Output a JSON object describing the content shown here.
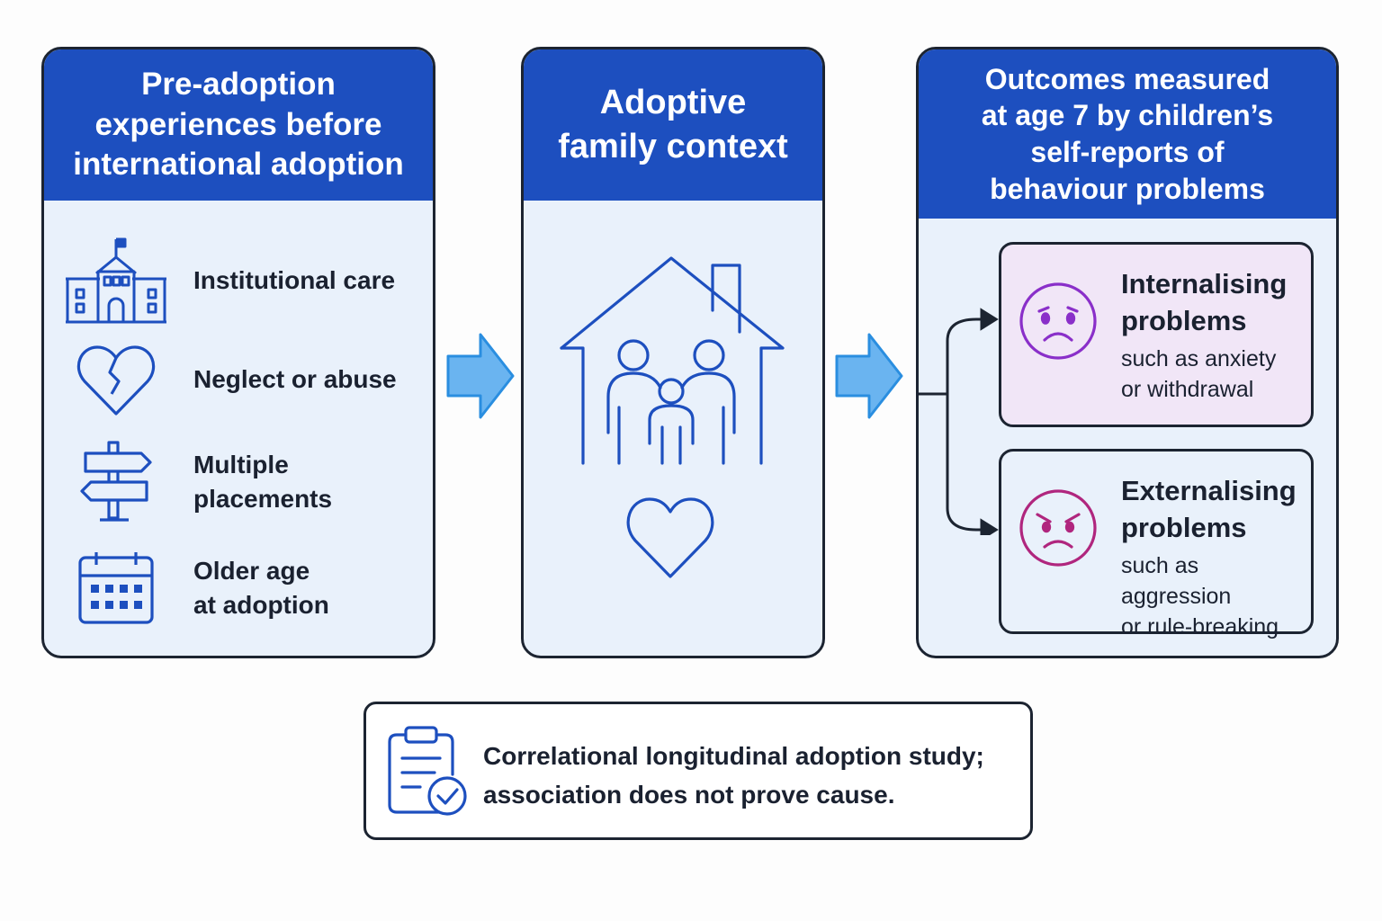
{
  "colors": {
    "header_blue": "#1d4fbf",
    "panel_fill": "#e9f1fb",
    "arrow_fill": "#6ab4f0",
    "internalising_fill": "#f1e6f7",
    "internalising_icon": "#8a2fc9",
    "externalising_icon": "#b0267e"
  },
  "pre_adoption": {
    "title_lines": [
      "Pre-adoption",
      "experiences before",
      "international adoption"
    ],
    "factors": [
      {
        "icon": "building-icon",
        "label_lines": [
          "Institutional care"
        ]
      },
      {
        "icon": "broken-heart-icon",
        "label_lines": [
          "Neglect or abuse"
        ]
      },
      {
        "icon": "signpost-icon",
        "label_lines": [
          "Multiple placements"
        ]
      },
      {
        "icon": "calendar-icon",
        "label_lines": [
          "Older age",
          "at adoption"
        ]
      }
    ]
  },
  "family_context": {
    "title_lines": [
      "Adoptive",
      "family context"
    ],
    "icons": [
      "house-family-icon",
      "heart-icon"
    ]
  },
  "outcomes": {
    "title_lines": [
      "Outcomes measured",
      "at age 7 by children’s",
      "self-reports of",
      "behaviour problems"
    ],
    "internalising": {
      "icon": "sad-face-icon",
      "title_lines": [
        "Internalising",
        "problems"
      ],
      "desc_lines": [
        "such as anxiety",
        "or withdrawal"
      ]
    },
    "externalising": {
      "icon": "angry-face-icon",
      "title_lines": [
        "Externalising",
        "problems"
      ],
      "desc_lines": [
        "such as aggression",
        "or rule-breaking"
      ]
    }
  },
  "note": {
    "icon": "clipboard-check-icon",
    "text_lines": [
      "Correlational longitudinal adoption study;",
      "association does not prove cause."
    ]
  }
}
